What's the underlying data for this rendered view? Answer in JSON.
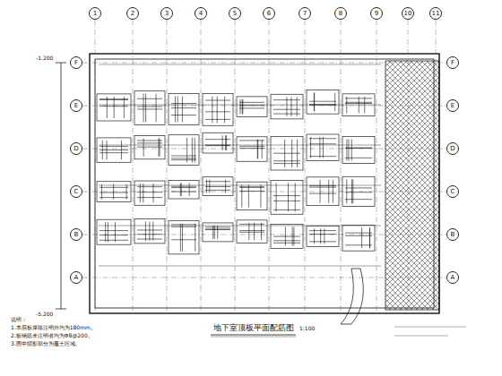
{
  "diagram": {
    "title": "地下室顶板平面配筋图",
    "nodes": [
      {
        "text": [
          "1"
        ]
      },
      {
        "text": [
          "2"
        ]
      },
      {
        "text": [
          "3"
        ]
      },
      {
        "text": [
          "4"
        ]
      },
      {
        "text": [
          "5"
        ]
      },
      {
        "text": [
          "6"
        ]
      },
      {
        "text": [
          "7"
        ]
      },
      {
        "text": [
          "8"
        ]
      },
      {
        "text": [
          "9"
        ]
      },
      {
        "text": [
          "10"
        ]
      },
      {
        "text": [
          "11"
        ]
      },
      {
        "text": [
          "F"
        ]
      },
      {
        "text": [
          "E"
        ]
      },
      {
        "text": [
          "D"
        ]
      },
      {
        "text": [
          "C"
        ]
      },
      {
        "text": [
          "B"
        ]
      },
      {
        "text": [
          "A"
        ]
      },
      {
        "text": [
          "F"
        ]
      },
      {
        "text": [
          "E"
        ]
      },
      {
        "text": [
          "D"
        ]
      },
      {
        "text": [
          "C"
        ]
      },
      {
        "text": [
          "B"
        ]
      },
      {
        "text": [
          "A"
        ]
      }
    ],
    "edges": [],
    "labels": [
      "1:100",
      "说明：",
      "1.本层板厚除注明外均为180mm。",
      "2.板钢筋未注明者均为Φ8@200。",
      "3.图中阴影部分为覆土区域。",
      "-1.200",
      "-5.200"
    ]
  }
}
